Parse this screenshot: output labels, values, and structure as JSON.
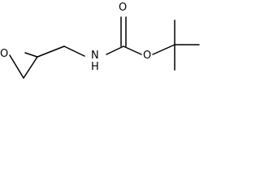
{
  "molecule": {
    "atoms": {
      "epoxide_oxygen": "O",
      "amide_nitrogen": "N",
      "amide_hydrogen": "H",
      "carbonyl_oxygen": "O",
      "ester_oxygen": "O"
    }
  },
  "colors": {
    "background": "#ffffff",
    "bond": "#000000",
    "text": "#000000"
  }
}
